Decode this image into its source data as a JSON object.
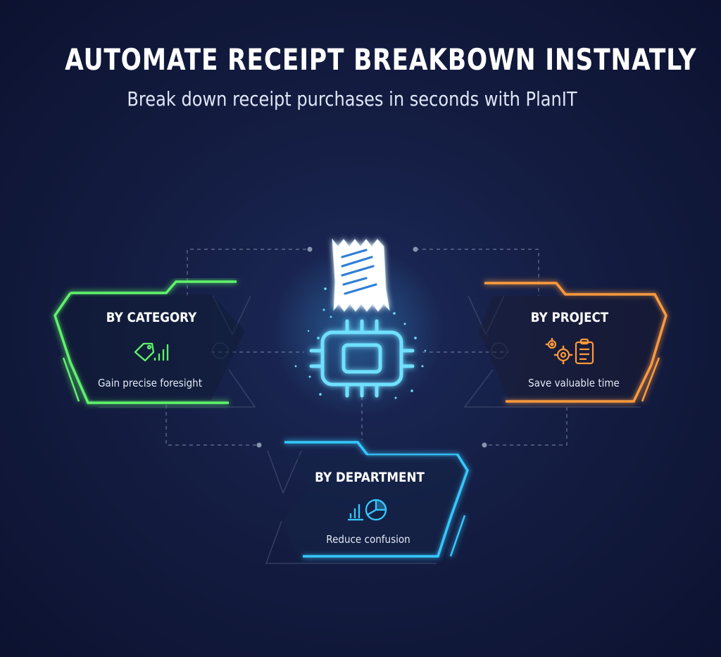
{
  "header": {
    "title": "AUTOMATE RECEIPT BREAKBOWN INSTNATLY",
    "subtitle": "Break down receipt purchases in seconds with PlanIT"
  },
  "cards": [
    {
      "id": "category",
      "title": "BY CATEGORY",
      "description": "Gain precise foresight",
      "icon": "price-tag-bar-chart-icon",
      "color": "#5ef36a"
    },
    {
      "id": "project",
      "title": "BY PROJECT",
      "description": "Save valuable time",
      "icon": "gears-clipboard-icon",
      "color": "#ff9a3c"
    },
    {
      "id": "department",
      "title": "BY DEPARTMENT",
      "description": "Reduce confusion",
      "icon": "bar-pie-chart-icon",
      "color": "#36c8ff"
    }
  ],
  "hub": {
    "icon_top": "receipt-icon",
    "icon_bottom": "processor-chip-icon",
    "color": "#6fe0ff"
  },
  "colors": {
    "background": "#141d42",
    "connector": "#5b6688"
  }
}
